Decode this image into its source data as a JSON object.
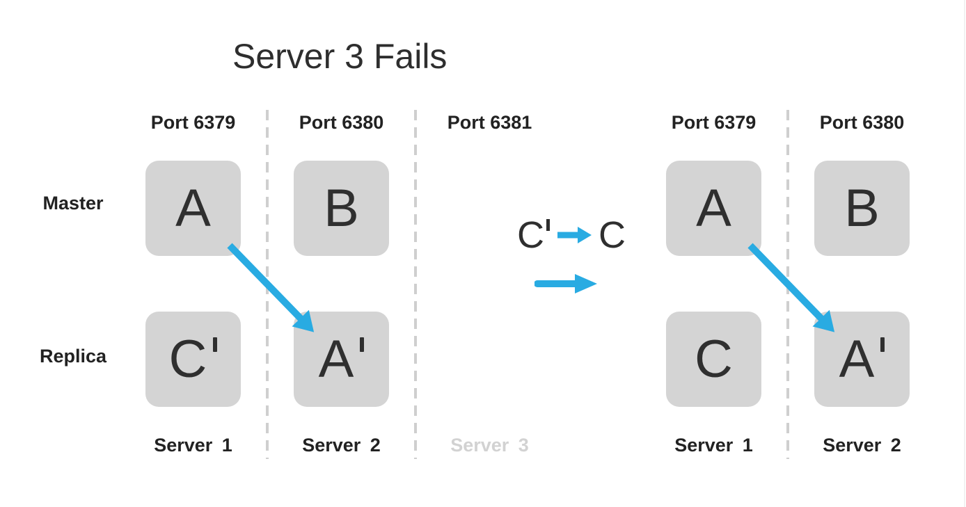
{
  "title": "Server 3 Fails",
  "colors": {
    "arrow_blue": "#29abe2",
    "box_gray": "#d4d4d4",
    "text_dark": "#2b2b2b",
    "failed_label_gray": "#d2d2d2",
    "divider_gray": "#cfcfcf"
  },
  "row_labels": {
    "master": "Master",
    "replica": "Replica"
  },
  "before": {
    "columns": [
      {
        "port": "Port 6379",
        "server": "Server 1",
        "failed": false,
        "master": {
          "letter": "A"
        },
        "replica": {
          "letter": "C",
          "prime_mark": "'"
        }
      },
      {
        "port": "Port 6380",
        "server": "Server 2",
        "failed": false,
        "master": {
          "letter": "B"
        },
        "replica": {
          "letter": "A",
          "prime_mark": "'"
        }
      },
      {
        "port": "Port 6381",
        "server": "Server 3",
        "failed": true
      }
    ]
  },
  "transition": {
    "from_letter": "C",
    "from_prime_mark": "'",
    "to_letter": "C"
  },
  "after": {
    "columns": [
      {
        "port": "Port 6379",
        "server": "Server 1",
        "failed": false,
        "master": {
          "letter": "A"
        },
        "replica": {
          "letter": "C"
        }
      },
      {
        "port": "Port 6380",
        "server": "Server 2",
        "failed": false,
        "master": {
          "letter": "B"
        },
        "replica": {
          "letter": "A",
          "prime_mark": "'"
        }
      }
    ]
  }
}
